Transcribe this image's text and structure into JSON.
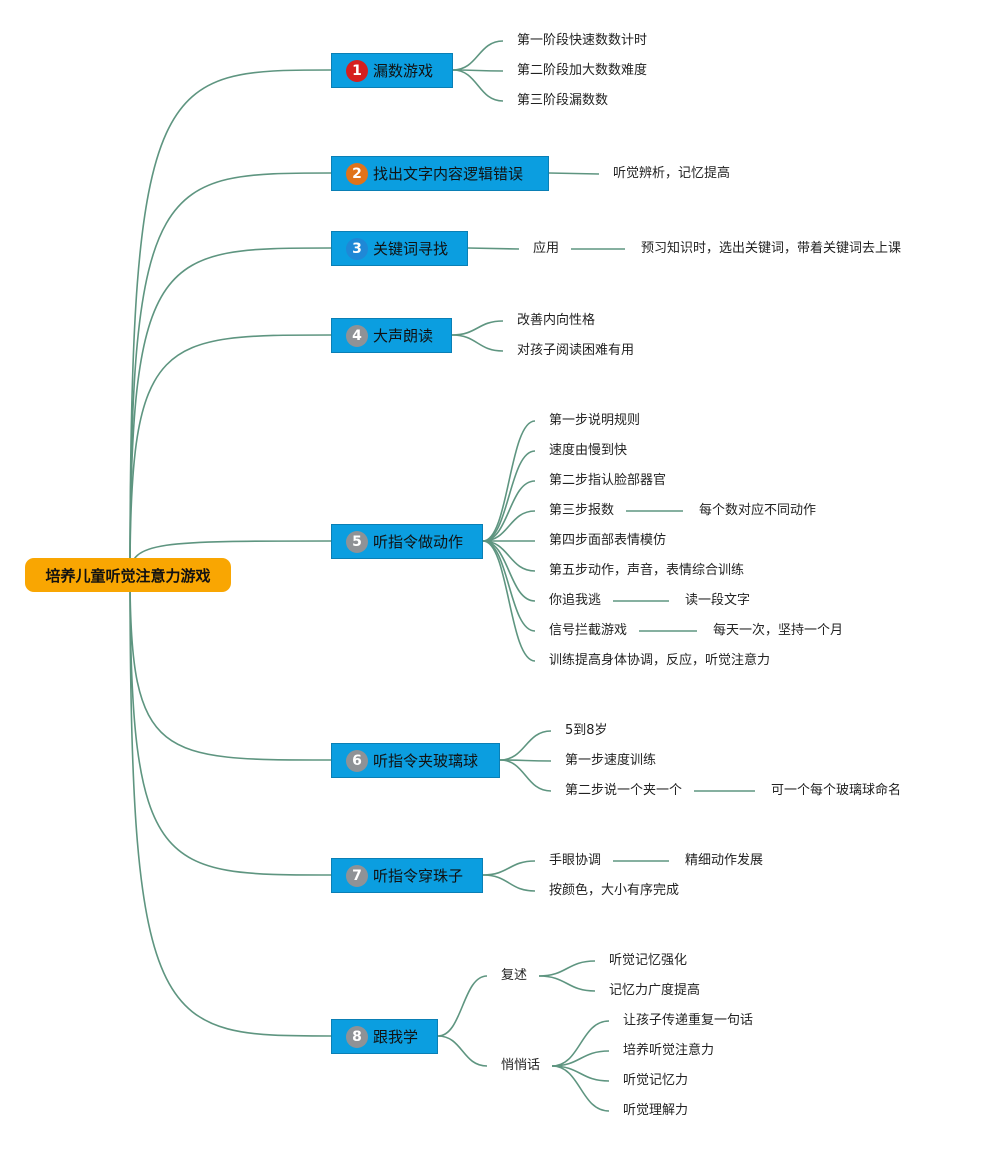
{
  "root": {
    "label": "培养儿童听觉注意力游戏"
  },
  "branches": [
    {
      "number": "1",
      "num_color": "#d61f1f",
      "label": "漏数游戏",
      "children": [
        {
          "text": "第一阶段快速数数计时"
        },
        {
          "text": "第二阶段加大数数难度"
        },
        {
          "text": "第三阶段漏数数"
        }
      ]
    },
    {
      "number": "2",
      "num_color": "#e0731a",
      "label": "找出文字内容逻辑错误",
      "children": [
        {
          "text": "听觉辨析，记忆提高"
        }
      ]
    },
    {
      "number": "3",
      "num_color": "#1f88d6",
      "label": "关键词寻找",
      "children": [
        {
          "text": "应用",
          "children": [
            {
              "text": "预习知识时，选出关键词，带着关键词去上课"
            }
          ]
        }
      ]
    },
    {
      "number": "4",
      "num_color": "#8f9296",
      "label": "大声朗读",
      "children": [
        {
          "text": "改善内向性格"
        },
        {
          "text": "对孩子阅读困难有用"
        }
      ]
    },
    {
      "number": "5",
      "num_color": "#8f9296",
      "label": "听指令做动作",
      "children": [
        {
          "text": "第一步说明规则"
        },
        {
          "text": "速度由慢到快"
        },
        {
          "text": "第二步指认脸部器官"
        },
        {
          "text": "第三步报数",
          "children": [
            {
              "text": "每个数对应不同动作"
            }
          ]
        },
        {
          "text": "第四步面部表情模仿"
        },
        {
          "text": "第五步动作，声音，表情综合训练"
        },
        {
          "text": "你追我逃",
          "children": [
            {
              "text": "读一段文字"
            }
          ]
        },
        {
          "text": "信号拦截游戏",
          "children": [
            {
              "text": "每天一次，坚持一个月"
            }
          ]
        },
        {
          "text": "训练提高身体协调，反应，听觉注意力"
        }
      ]
    },
    {
      "number": "6",
      "num_color": "#8f9296",
      "label": "听指令夹玻璃球",
      "children": [
        {
          "text": "5到8岁"
        },
        {
          "text": "第一步速度训练"
        },
        {
          "text": "第二步说一个夹一个",
          "children": [
            {
              "text": "可一个每个玻璃球命名"
            }
          ]
        }
      ]
    },
    {
      "number": "7",
      "num_color": "#8f9296",
      "label": "听指令穿珠子",
      "children": [
        {
          "text": "手眼协调",
          "children": [
            {
              "text": "精细动作发展"
            }
          ]
        },
        {
          "text": "按颜色，大小有序完成"
        }
      ]
    },
    {
      "number": "8",
      "num_color": "#8f9296",
      "label": "跟我学",
      "children": [
        {
          "text": "复述",
          "children": [
            {
              "text": "听觉记忆强化"
            },
            {
              "text": "记忆力广度提高"
            }
          ]
        },
        {
          "text": "悄悄话",
          "children": [
            {
              "text": "让孩子传递重复一句话"
            },
            {
              "text": "培养听觉注意力"
            },
            {
              "text": "听觉记忆力"
            },
            {
              "text": "听觉理解力"
            }
          ]
        }
      ]
    }
  ],
  "colors": {
    "connector": "#5e9580",
    "root_fill": "#f9a602",
    "topic_fill": "#0b9ee0"
  }
}
